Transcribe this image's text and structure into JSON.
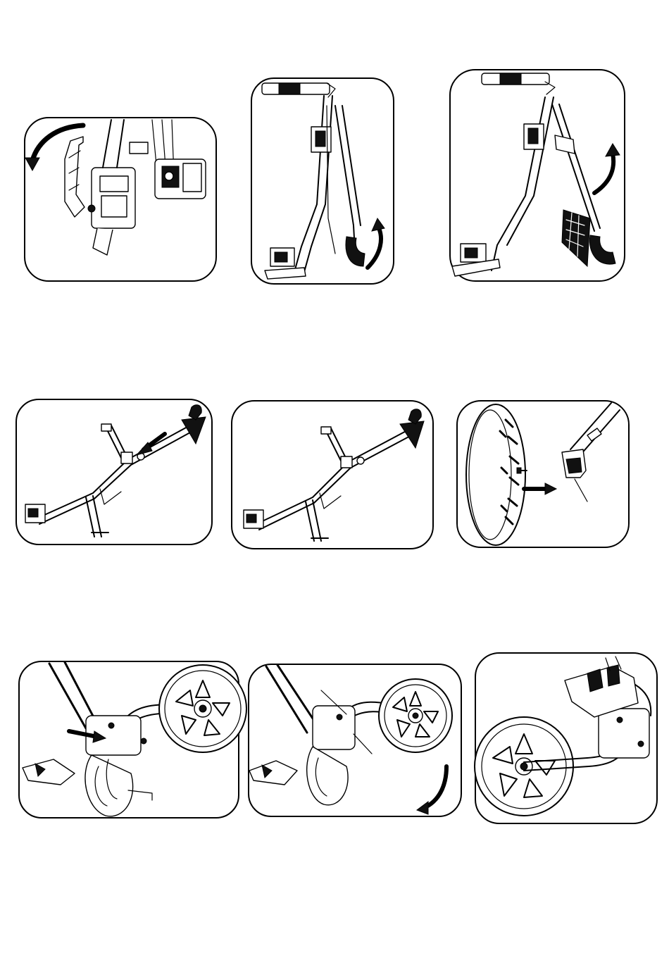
{
  "figure": {
    "panels": [
      {
        "id": "p1",
        "caption": "",
        "arrow": "counterclockwise"
      },
      {
        "id": "p2",
        "caption": "",
        "arrow": "up-curve"
      },
      {
        "id": "p3",
        "caption": "",
        "arrow": "up-curve"
      },
      {
        "id": "p4",
        "caption": "",
        "arrow": "point-left-down"
      },
      {
        "id": "p5",
        "caption": "",
        "arrow": "none"
      },
      {
        "id": "p6",
        "caption": "",
        "arrow": "point-right"
      },
      {
        "id": "p7",
        "caption": "",
        "arrow": "point-right-down"
      },
      {
        "id": "p8",
        "caption": "",
        "arrow": "down-curve"
      },
      {
        "id": "p9",
        "caption": "",
        "arrow": "none"
      }
    ],
    "colors": {
      "line": "#000000",
      "fill": "#ffffff",
      "shade": "#111111"
    }
  }
}
